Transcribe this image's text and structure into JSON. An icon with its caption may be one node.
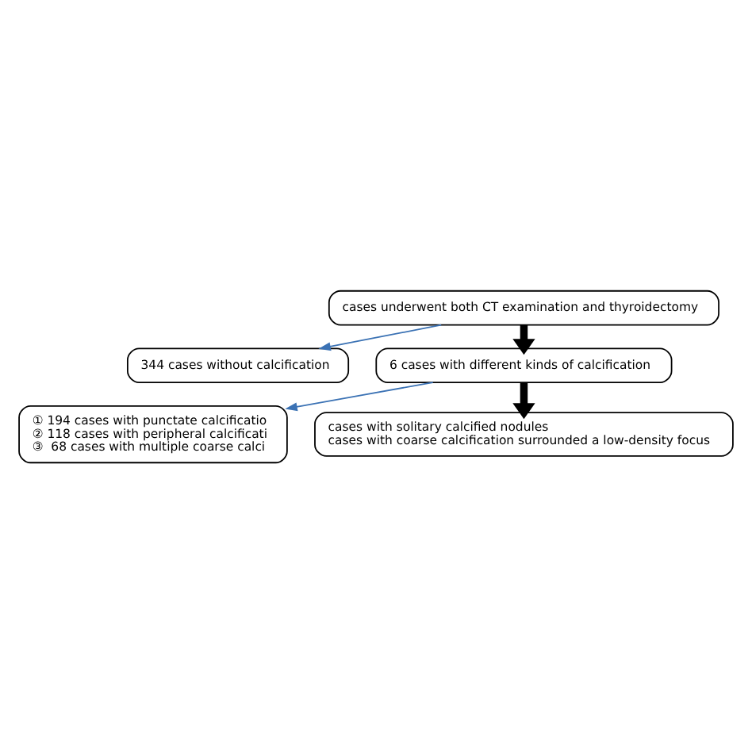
{
  "diagram": {
    "nodes": [
      {
        "text": [
          "cases underwent both CT examination and thyroidectomy"
        ]
      },
      {
        "text": [
          "344 cases without calcification"
        ]
      },
      {
        "text": [
          "6 cases with different kinds of calcification"
        ]
      },
      {
        "text": [
          "① 194 cases with punctate calcificatio",
          "② 118 cases with peripheral calcificati",
          "③  68 cases with multiple coarse calci"
        ]
      },
      {
        "text": [
          "cases with solitary calcified nodules",
          "cases with coarse calcification surrounded a low-density focus"
        ]
      }
    ],
    "edges": [
      {
        "from": 0,
        "to": 2,
        "arrow": "to",
        "style": "thick"
      },
      {
        "from": 0,
        "to": 1,
        "arrow": "to",
        "color": "#3b72b4"
      },
      {
        "from": 2,
        "to": 4,
        "arrow": "to",
        "style": "thick"
      },
      {
        "from": 2,
        "to": 3,
        "arrow": "to",
        "color": "#3b72b4"
      }
    ]
  }
}
